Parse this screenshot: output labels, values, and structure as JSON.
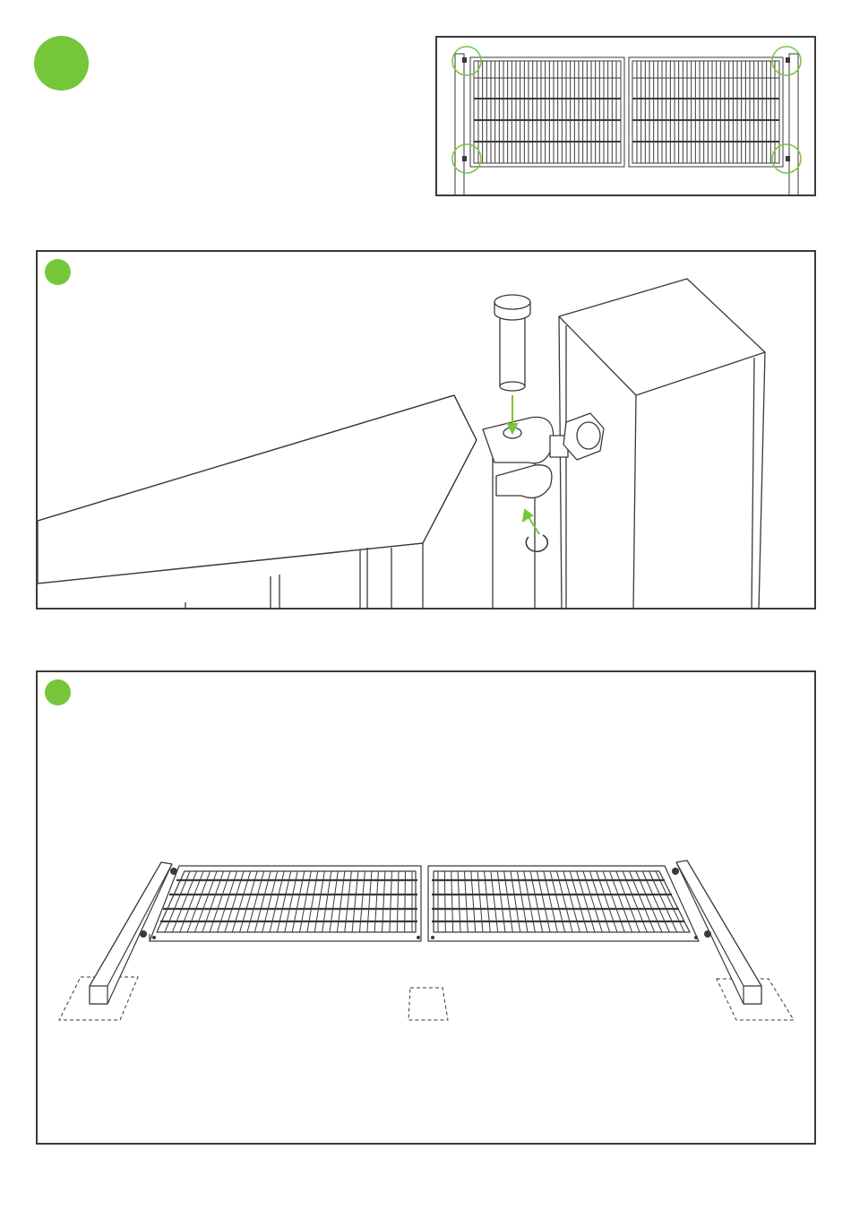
{
  "page": {
    "background": "#ffffff"
  },
  "colors": {
    "accent": "#76c63a",
    "stroke": "#3a3a3a",
    "frame": "#4a4a4a"
  },
  "step_markers": [
    {
      "name": "main-step-marker",
      "color": "#76c63a"
    },
    {
      "name": "substep-1-marker",
      "color": "#76c63a"
    },
    {
      "name": "substep-2-marker",
      "color": "#76c63a"
    }
  ],
  "panels": {
    "overview": {
      "illustration": "double-gate-front-view",
      "highlight_count": 4
    },
    "hinge_detail": {
      "illustration": "hinge-pin-insertion",
      "arrows": [
        "pin-down-arrow",
        "clip-up-arrow"
      ]
    },
    "layout": {
      "illustration": "gate-leaves-on-ground",
      "footprints": 3
    }
  }
}
